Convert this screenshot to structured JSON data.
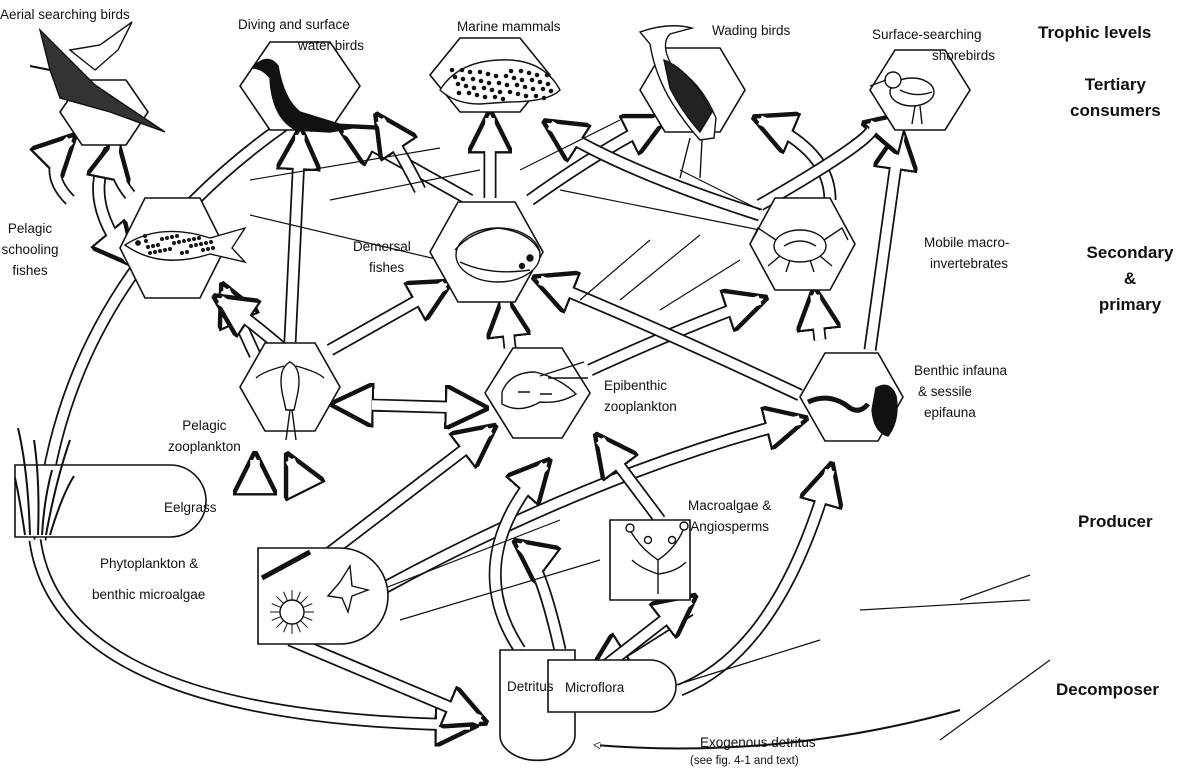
{
  "trophic_levels": {
    "heading": "Trophic levels",
    "tertiary": [
      "Tertiary",
      "consumers"
    ],
    "secondary": [
      "Secondary",
      "&",
      "primary"
    ],
    "producer": "Producer",
    "decomposer": "Decomposer"
  },
  "nodes": {
    "aerial_birds": [
      "Aerial searching birds"
    ],
    "diving_birds": [
      "Diving and surface",
      "water birds"
    ],
    "marine_mammals": [
      "Marine mammals"
    ],
    "wading_birds": [
      "Wading birds"
    ],
    "shorebirds": [
      "Surface-searching",
      "shorebirds"
    ],
    "pelagic_fishes": [
      "Pelagic",
      "schooling",
      "fishes"
    ],
    "demersal_fishes": [
      "Demersal",
      "fishes"
    ],
    "macroinvertebrates": [
      "Mobile macro-",
      "invertebrates"
    ],
    "pelagic_zooplankton": [
      "Pelagic",
      "zooplankton"
    ],
    "epibenthic_zooplankton": [
      "Epibenthic",
      "zooplankton"
    ],
    "benthic_infauna": [
      "Benthic infauna",
      "& sessile",
      "epifauna"
    ],
    "eelgrass": [
      "Eelgrass"
    ],
    "phytoplankton": [
      "Phytoplankton &",
      "benthic microalgae"
    ],
    "macroalgae": [
      "Macroalgae &",
      "Angiosperms"
    ],
    "detritus": [
      "Detritus"
    ],
    "microflora": [
      "Microflora"
    ],
    "exogenous": [
      "Exogenous detritus",
      "(see fig. 4-1 and text)"
    ]
  },
  "colors": {
    "ink": "#111111",
    "paper": "#ffffff"
  }
}
